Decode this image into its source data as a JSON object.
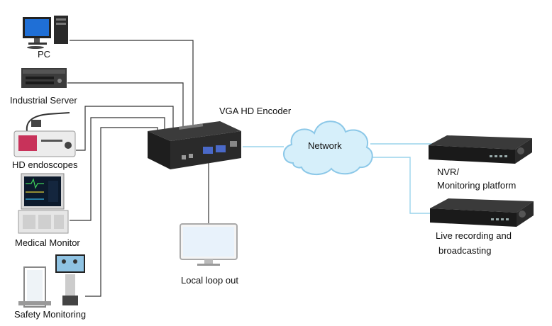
{
  "sources": {
    "pc": "PC",
    "industrial_server": "Industrial Server",
    "hd_endoscopes": "HD endoscopes",
    "medical_monitor": "Medical Monitor",
    "safety_monitoring": "Safety Monitoring"
  },
  "encoder": {
    "title": "VGA HD Encoder"
  },
  "network": {
    "label": "Network"
  },
  "loop": {
    "label": "Local loop out"
  },
  "outputs": {
    "nvr_line1": "NVR/",
    "nvr_line2": "Monitoring platform",
    "live_line1": "Live recording and",
    "live_line2": "broadcasting"
  },
  "colors": {
    "wire_dark": "#333333",
    "wire_light": "#9ad4ec",
    "cloud": "#d6effa"
  }
}
